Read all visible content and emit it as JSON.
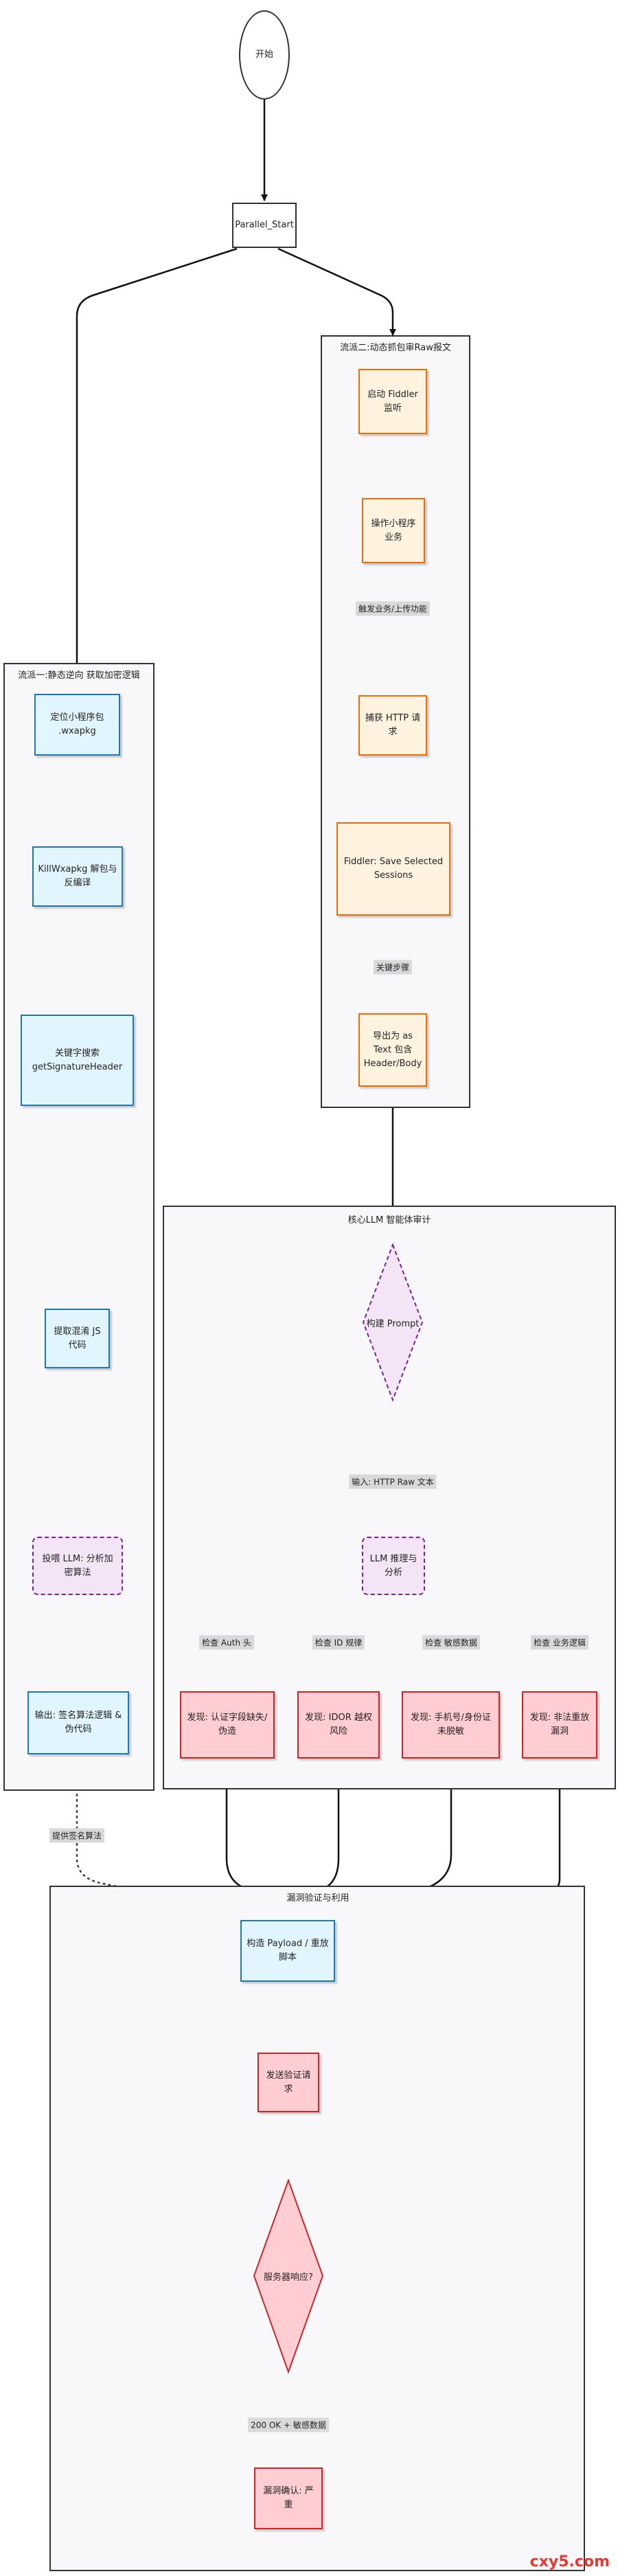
{
  "clusters": {
    "flow2": "流派二:动态抓包审Raw报文",
    "flow1": "流派一:静态逆向 获取加密逻辑",
    "core": "核心LLM 智能体审计",
    "verify": "漏洞验证与利用"
  },
  "nodes": {
    "start": "开始",
    "parallel": "Parallel_Start",
    "fiddler_start": "启动 Fiddler 监听",
    "operate": "操作小程序业务",
    "capture": "捕获 HTTP 请求",
    "fiddler_save": "Fiddler: Save Selected Sessions",
    "export": "导出为 as Text 包含Header/Body",
    "locate": "定位小程序包 .wxapkg",
    "unpack": "KillWxapkg 解包与反编译",
    "keyword": "关键字搜索 getSignatureHeader",
    "extract": "提取混淆 JS 代码",
    "llm_analyze": "投喂 LLM: 分析加密算法",
    "output": "输出: 签名算法逻辑 & 伪代码",
    "prompt": "构建 Prompt",
    "llm_reason": "LLM 推理与分析",
    "find_auth": "发现: 认证字段缺失/伪造",
    "find_idor": "发现: IDOR 越权风险",
    "find_leak": "发现: 手机号/身份证未脱敏",
    "find_logic": "发现: 非法重放漏洞",
    "payload": "构造 Payload / 重放脚本",
    "send": "发送验证请求",
    "respond": "服务器响应?",
    "confirm": "漏洞确认: 严重"
  },
  "edge_labels": {
    "trigger": "触发业务/上传功能",
    "key_steps": "关键步骤",
    "input_raw": "输入: HTTP Raw 文本",
    "check_auth": "检查 Auth 头",
    "check_id": "检查 ID 规律",
    "check_sensitive": "检查 敏感数据",
    "check_business": "检查 业务逻辑",
    "provide_algo": "提供签名算法",
    "ok_data": "200 OK + 敏感数据"
  },
  "watermark": "cxy5.com",
  "colors": {
    "blue_fill": "#e1f5fe",
    "blue_stroke": "#1f78b4",
    "orange_fill": "#fff3e0",
    "orange_stroke": "#ef6c00",
    "red_fill": "#ffcdd2",
    "red_stroke": "#c62828",
    "llm_fill": "#f3e5f5",
    "llm_stroke": "#7b1fa2",
    "watermark": "#e53935"
  }
}
